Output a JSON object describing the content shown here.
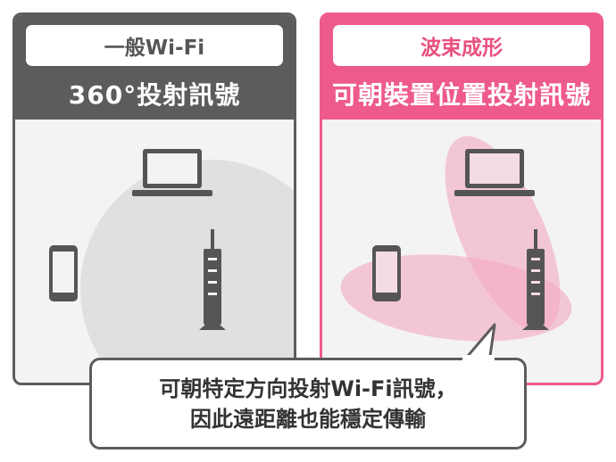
{
  "left_panel": {
    "tag": "一般Wi-Fi",
    "headline": "360°投射訊號"
  },
  "right_panel": {
    "tag": "波束成形",
    "headline": "可朝裝置位置投射訊號"
  },
  "callout": {
    "line1": "可朝特定方向投射Wi-Fi訊號，",
    "line2": "因此遠距離也能穩定傳輸"
  },
  "colors": {
    "normal": "#5c5c5c",
    "beamforming": "#ee5a8e",
    "signal_gray": "#dcdcdc",
    "signal_pink": "#f3a9c4"
  },
  "icons": [
    "laptop-icon",
    "smartphone-icon",
    "router-icon",
    "signal-coverage"
  ]
}
